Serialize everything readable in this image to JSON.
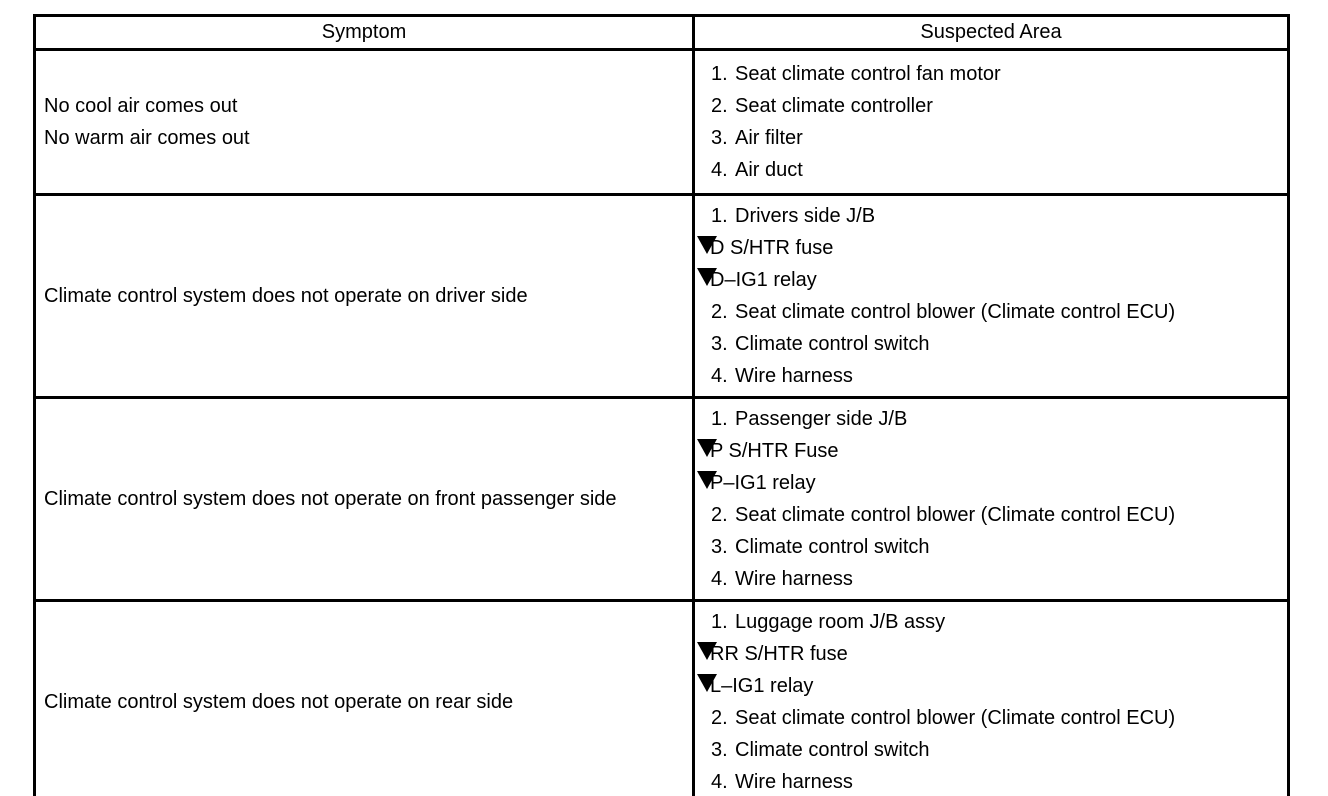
{
  "table": {
    "headers": {
      "symptom": "Symptom",
      "suspected_area": "Suspected Area"
    },
    "marker_icon": "filled-down-triangle",
    "rows": [
      {
        "symptom_lines": [
          "No cool air comes out",
          "No warm air comes out"
        ],
        "items": [
          {
            "num": "1.",
            "text": "Seat climate control fan motor"
          },
          {
            "num": "2.",
            "text": "Seat climate controller"
          },
          {
            "num": "3.",
            "text": "Air filter"
          },
          {
            "num": "4.",
            "text": "Air duct"
          }
        ]
      },
      {
        "symptom_lines": [
          "Climate control system does not operate on driver side"
        ],
        "items": [
          {
            "num": "1.",
            "text": "Drivers side J/B"
          },
          {
            "marker": true,
            "text": "D S/HTR fuse"
          },
          {
            "marker": true,
            "text": "D–IG1 relay"
          },
          {
            "num": "2.",
            "text": "Seat climate control blower (Climate control ECU)"
          },
          {
            "num": "3.",
            "text": "Climate control switch"
          },
          {
            "num": "4.",
            "text": "Wire harness"
          }
        ]
      },
      {
        "symptom_lines": [
          "Climate control system does not operate on front passenger side"
        ],
        "items": [
          {
            "num": "1.",
            "text": "Passenger side J/B"
          },
          {
            "marker": true,
            "text": "P S/HTR Fuse"
          },
          {
            "marker": true,
            "text": "P–IG1 relay"
          },
          {
            "num": "2.",
            "text": "Seat climate control blower (Climate control ECU)"
          },
          {
            "num": "3.",
            "text": "Climate control switch"
          },
          {
            "num": "4.",
            "text": "Wire harness"
          }
        ]
      },
      {
        "symptom_lines": [
          "Climate control system does not operate on rear side"
        ],
        "items": [
          {
            "num": "1.",
            "text": "Luggage room J/B assy"
          },
          {
            "marker": true,
            "text": "RR S/HTR fuse"
          },
          {
            "marker": true,
            "text": "L–IG1 relay"
          },
          {
            "num": "2.",
            "text": "Seat climate control blower (Climate control ECU)"
          },
          {
            "num": "3.",
            "text": "Climate control switch"
          },
          {
            "num": "4.",
            "text": "Wire harness"
          }
        ]
      }
    ]
  }
}
